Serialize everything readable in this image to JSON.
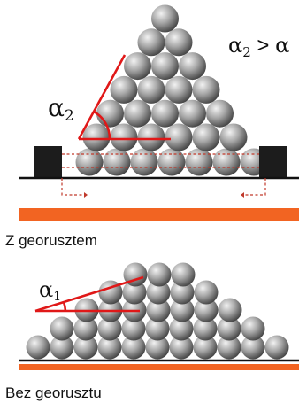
{
  "top_panel": {
    "angle_label": "α",
    "angle_subscript": "2",
    "comparison_label": "α",
    "comparison_subscript": "2",
    "comparison_operator": " > ",
    "comparison_rhs": "α",
    "caption": "Z georusztem"
  },
  "bottom_panel": {
    "angle_label": "α",
    "angle_subscript": "1",
    "caption": "Bez georusztu"
  },
  "colors": {
    "ball_light": "#f2f2f2",
    "ball_dark": "#3a3a3a",
    "angle_line": "#e01818",
    "dashed_line": "#c0392b",
    "ground_bar": "#f26422",
    "anchor_block": "#1c1c1c",
    "ground_line": "#111111"
  }
}
